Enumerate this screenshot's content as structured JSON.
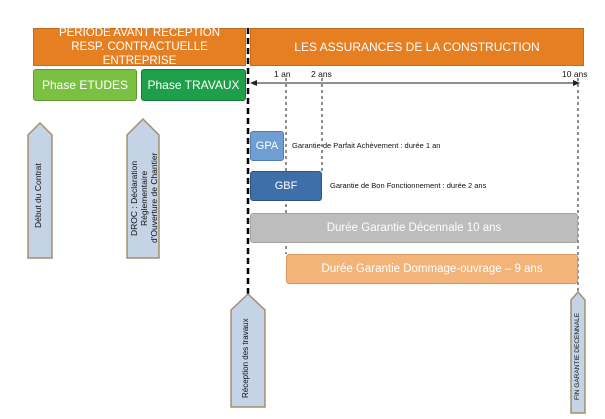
{
  "header_left": {
    "line1": "PERIODE AVANT RECEPTION",
    "line2": "RESP. CONTRACTUELLE ENTREPRISE"
  },
  "header_right": "LES ASSURANCES DE LA CONSTRUCTION",
  "phases": {
    "etudes": "Phase ETUDES",
    "travaux": "Phase TRAVAUX"
  },
  "ticks": {
    "y1": "1 an",
    "y2": "2 ans",
    "y10": "10 ans"
  },
  "gpa": {
    "label": "GPA",
    "note": "Garantie de Parfait Achèvement : durée 1 an"
  },
  "gbf": {
    "label": "GBF",
    "note": "Garantie de Bon Fonctionnement : durée 2 ans"
  },
  "decennale": "Durée Garantie Décennale 10 ans",
  "dommage_ouvrage": "Durée Garantie Dommage-ouvrage – 9 ans",
  "milestones": {
    "debut": "Début du Contrat",
    "droc": [
      "DROC : Déclaration",
      "Réglementaire",
      "d'Ouverture de Chantier"
    ],
    "reception": "Réception des travaux",
    "fin": "FIN GARANTIE DECENNALE"
  },
  "colors": {
    "header": "#e67e22",
    "etudes": "#7ac143",
    "travaux": "#1e9f4a",
    "gpa": "#6f9fd2",
    "gbf": "#3f6fa8",
    "decennale": "#bdbdbd",
    "dommage": "#f2b479",
    "arrow_fill": "#c5d3e6",
    "arrow_stroke": "#a2906e"
  }
}
